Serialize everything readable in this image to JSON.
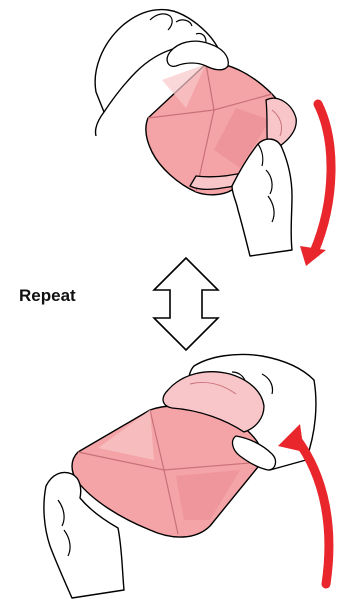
{
  "label": {
    "repeat": "Repeat"
  },
  "colors": {
    "arrow_red": "#e8262b",
    "pack_fill": "#f4a3a6",
    "pack_fill_light": "#f8c6c8",
    "pack_shadow": "#e88a8f",
    "outline": "#000000",
    "hand_fill": "#ffffff"
  },
  "icons": {
    "top_panel": "hand-shaking-pack-downward",
    "bottom_panel": "hand-shaking-pack-upward",
    "center": "double-headed-vertical-arrow"
  }
}
